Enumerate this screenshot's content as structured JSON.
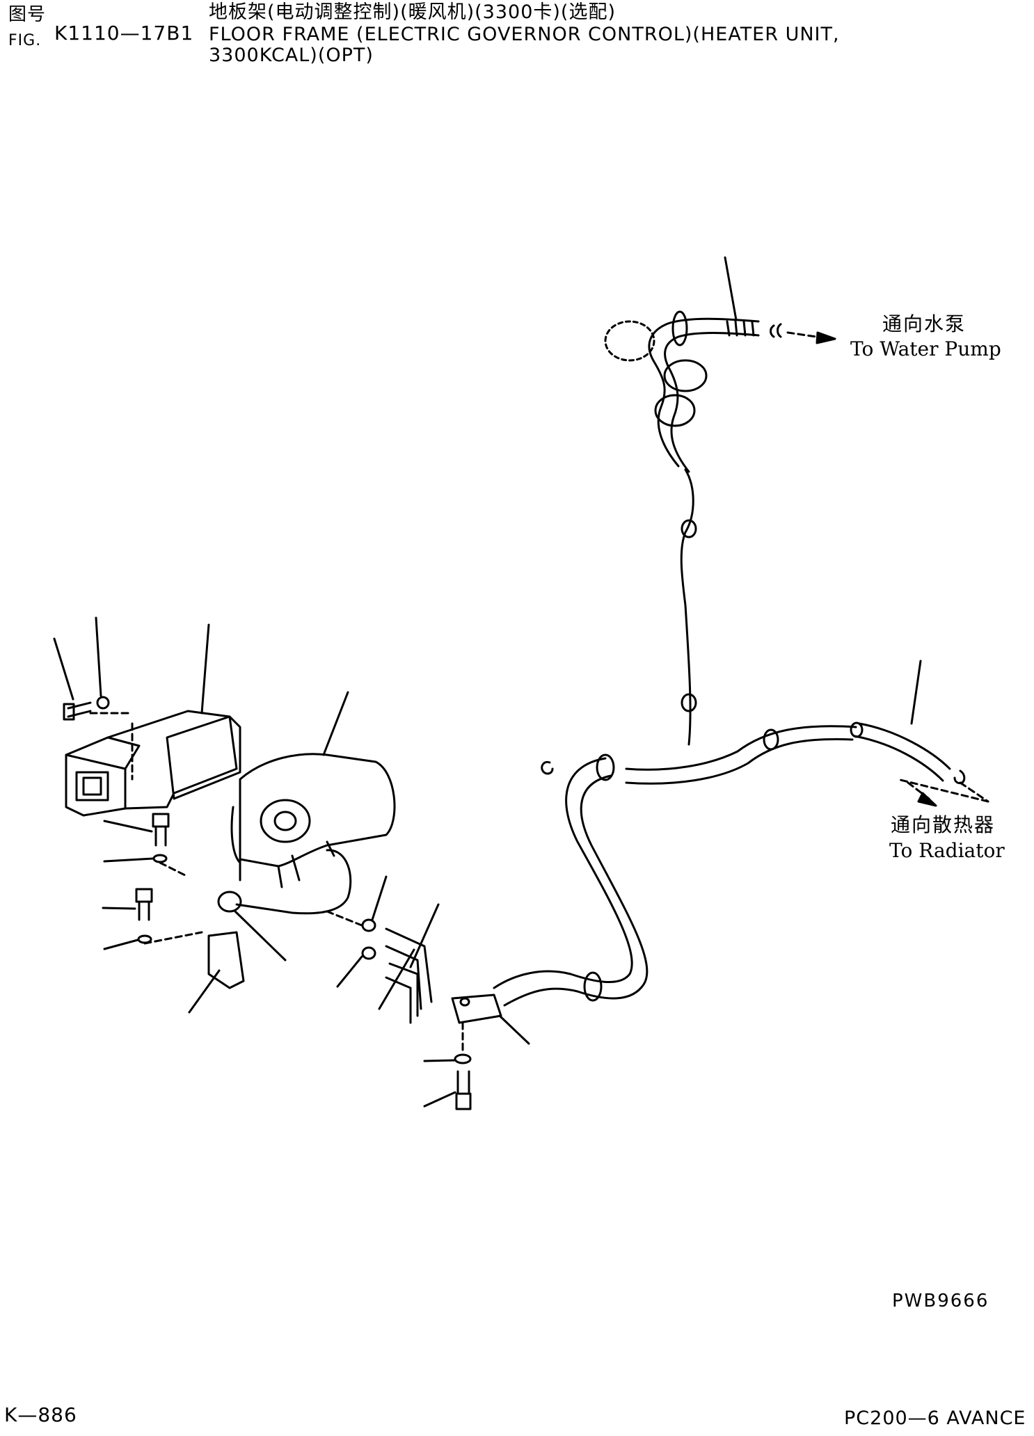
{
  "header": {
    "fig_cn": "图号",
    "fig_en": "FIG.",
    "fig_number": "K1110—17B1",
    "title_cn": "地板架(电动调整控制)(暖风机)(3300卡)(选配)",
    "title_en_line1": "FLOOR FRAME (ELECTRIC GOVERNOR CONTROL)(HEATER UNIT,",
    "title_en_line2": "3300KCAL)(OPT)"
  },
  "labels": {
    "water_pump_cn": "通向水泵",
    "water_pump_en": "To Water Pump",
    "radiator_cn": "通向散热器",
    "radiator_en": "To Radiator"
  },
  "footer": {
    "drawing_code": "PWB9666",
    "page": "K—886",
    "model": "PC200—6 AVANCE"
  }
}
